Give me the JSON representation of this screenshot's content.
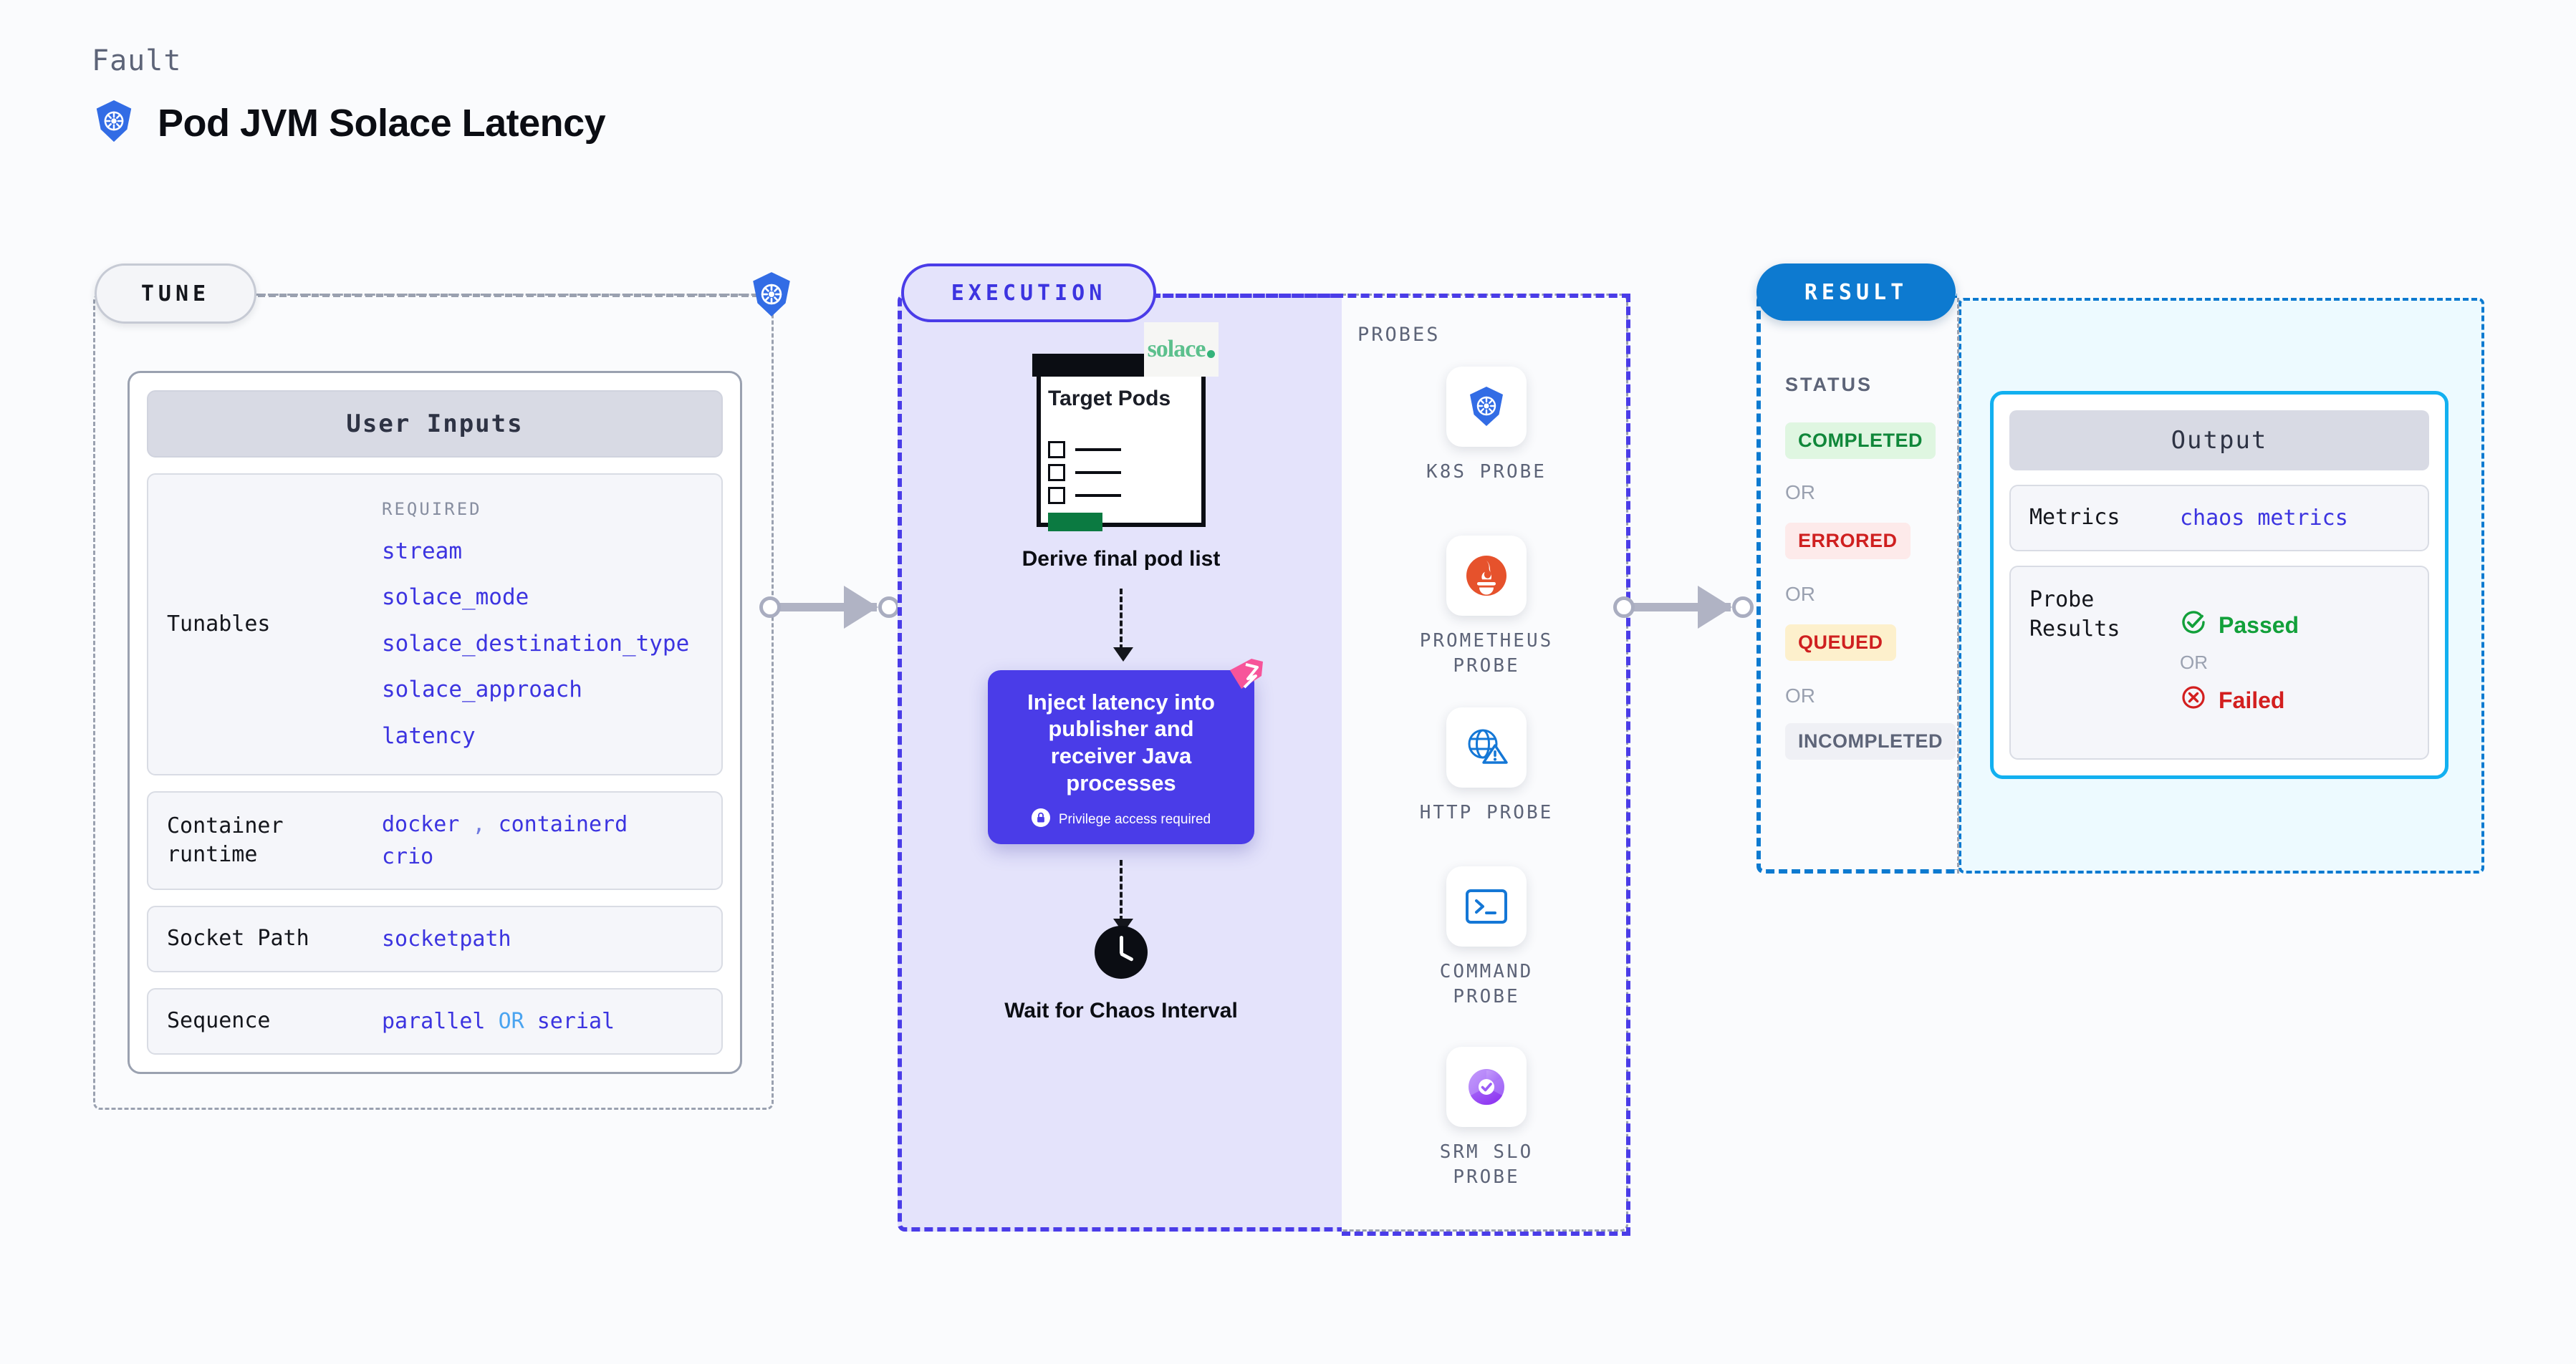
{
  "header": {
    "eyebrow": "Fault",
    "title": "Pod JVM Solace Latency",
    "icon": "kubernetes-icon"
  },
  "tune": {
    "pill_label": "TUNE",
    "badge_icon": "kubernetes-icon",
    "card_title": "User Inputs",
    "rows": [
      {
        "label": "Tunables",
        "required_label": "REQUIRED",
        "items": [
          "stream",
          "solace_mode",
          "solace_destination_type",
          "solace_approach",
          "latency"
        ]
      },
      {
        "label": "Container runtime",
        "values": [
          "docker",
          "containerd",
          "crio"
        ],
        "separator": ","
      },
      {
        "label": "Socket Path",
        "values": [
          "socketpath"
        ]
      },
      {
        "label": "Sequence",
        "values": [
          "parallel",
          "serial"
        ],
        "separator": "OR"
      }
    ]
  },
  "execution": {
    "pill_label": "EXECUTION",
    "steps": [
      {
        "title": "Derive final pod list",
        "card_title": "Target Pods",
        "brand": "solace"
      },
      {
        "title": "Inject latency into publisher and receiver Java processes",
        "note": "Privilege access required",
        "note_icon": "lock-icon"
      },
      {
        "title": "Wait for Chaos Interval",
        "icon": "clock-icon"
      }
    ]
  },
  "probes": {
    "title": "PROBES",
    "items": [
      {
        "label": "K8S PROBE",
        "icon": "kubernetes-icon"
      },
      {
        "label": "PROMETHEUS PROBE",
        "icon": "prometheus-icon"
      },
      {
        "label": "HTTP PROBE",
        "icon": "http-globe-warning-icon"
      },
      {
        "label": "COMMAND PROBE",
        "icon": "terminal-icon"
      },
      {
        "label": "SRM SLO PROBE",
        "icon": "srm-slo-icon"
      }
    ]
  },
  "result": {
    "pill_label": "RESULT",
    "status_title": "STATUS",
    "or_label": "OR",
    "statuses": [
      {
        "label": "COMPLETED",
        "color": "#10873a",
        "bg": "#dff6e1"
      },
      {
        "label": "ERRORED",
        "color": "#cf2020",
        "bg": "#fdeaea"
      },
      {
        "label": "QUEUED",
        "color": "#cf2020",
        "bg": "#fdf0cc"
      },
      {
        "label": "INCOMPLETED",
        "color": "#5d6478",
        "bg": "#eff0f5"
      }
    ],
    "output": {
      "title": "Output",
      "metrics_label": "Metrics",
      "metrics_value": "chaos metrics",
      "probe_results_label": "Probe Results",
      "passed_label": "Passed",
      "failed_label": "Failed",
      "or_label": "OR"
    }
  },
  "colors": {
    "accent_purple": "#3c34e0",
    "accent_blue": "#0d7ad0",
    "cyan": "#12b0f0",
    "gray_dash": "#9aa1b0",
    "k8s_blue": "#326ce5",
    "prometheus_orange": "#e6522c",
    "solace_green": "#5cc08d"
  }
}
